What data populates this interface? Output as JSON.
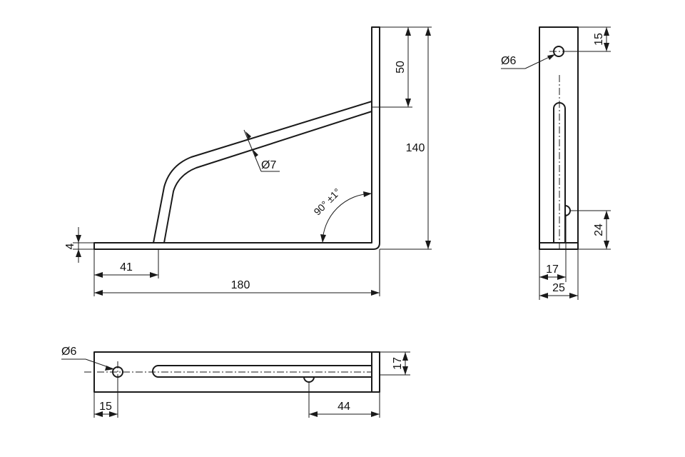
{
  "front_view": {
    "overall_length": "180",
    "overall_height": "140",
    "upper_segment": "50",
    "brace_diameter": "Ø7",
    "brace_offset": "41",
    "thickness": "4",
    "angle_tolerance": "90° ±1°"
  },
  "side_view": {
    "hole_diameter": "Ø6",
    "hole_offset": "15",
    "slot_offset": "24",
    "inner_width": "17",
    "width": "25"
  },
  "top_view": {
    "hole_diameter": "Ø6",
    "hole_offset": "15",
    "slot_offset": "44",
    "width": "17"
  }
}
